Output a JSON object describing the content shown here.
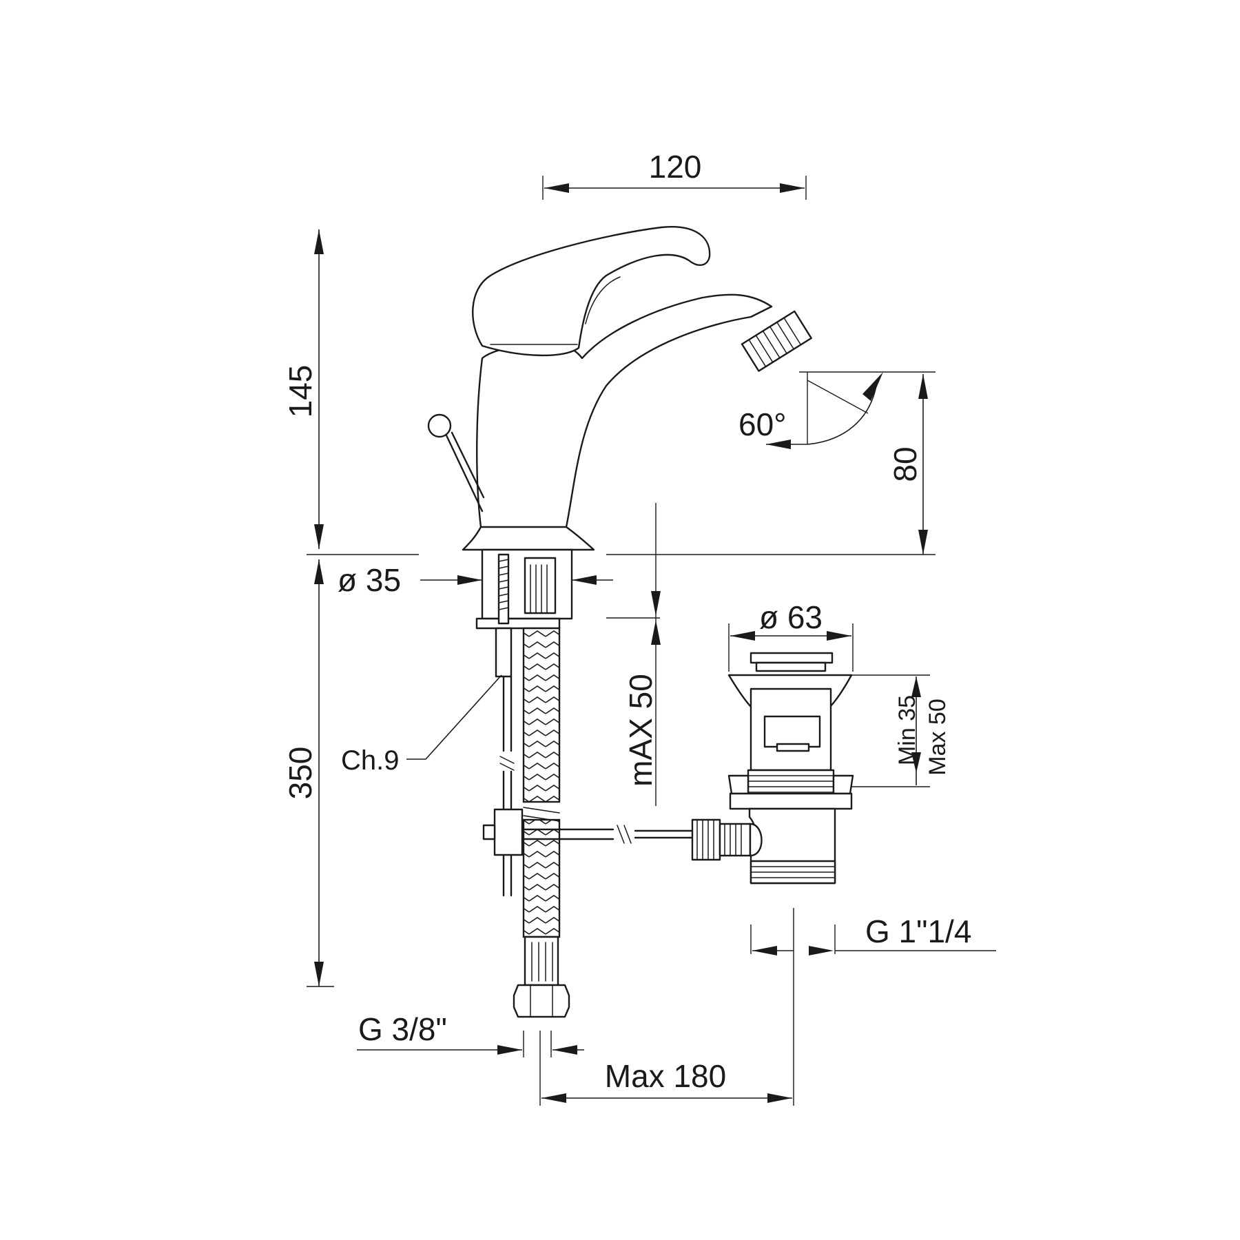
{
  "dimensions": {
    "width_120": "120",
    "height_145": "145",
    "height_350": "350",
    "height_80": "80",
    "angle_60": "60°",
    "diameter_35": "ø 35",
    "diameter_63": "ø 63",
    "max_50_vertical": "mAX 50",
    "min_35": "Min 35",
    "max_50_waste": "Max 50",
    "wrench_ch9": "Ch.9",
    "thread_g38": "G 3/8\"",
    "thread_g114": "G 1\"1/4",
    "max_180": "Max 180"
  }
}
